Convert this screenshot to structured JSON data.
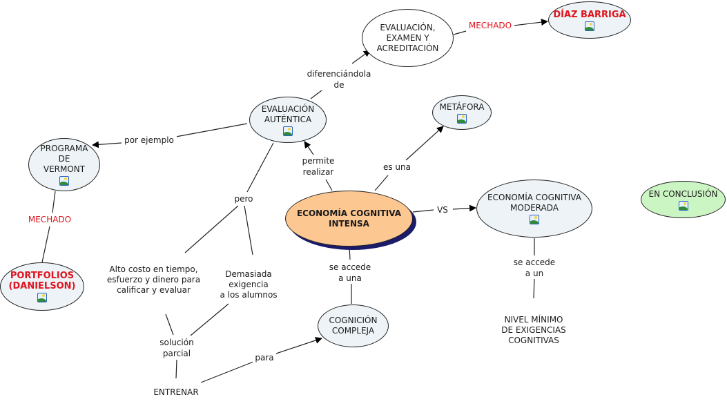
{
  "concept_map": {
    "nodes": {
      "main": {
        "text": "ECONOMÍA COGNITIVA\nINTENSA",
        "fill": "#fdc792"
      },
      "evaluacion_examen": {
        "text": "EVALUACIÓN,\nEXAMEN Y\nACREDITACIÓN"
      },
      "diaz_barriga": {
        "text": "DÍAZ BARRIGA",
        "icon": "image-icon"
      },
      "evaluacion_autentica": {
        "text": "EVALUACIÓN\nAUTÉNTICA",
        "icon": "image-icon"
      },
      "metafora": {
        "text": "METÁFORA",
        "icon": "image-icon"
      },
      "programa_vermont": {
        "text": "PROGRAMA\nDE\nVERMONT",
        "icon": "image-icon"
      },
      "portfolios": {
        "text": "PORTFOLIOS\n(DANIELSON)",
        "icon": "image-icon"
      },
      "economia_moderada": {
        "text": "ECONOMÍA COGNITIVA\nMODERADA",
        "icon": "image-icon"
      },
      "en_conclusion": {
        "text": "EN CONCLUSIÓN",
        "icon": "image-icon",
        "fill": "#ccf5c4"
      },
      "cognicion_compleja": {
        "text": "COGNICIÓN\nCOMPLEJA"
      },
      "alto_costo": {
        "text": "Alto costo en tiempo,\nesfuerzo y dinero para\ncalificar y evaluar"
      },
      "demasiada_exigencia": {
        "text": "Demasiada exigencia\na los alumnos"
      },
      "entrenar": {
        "text": "ENTRENAR"
      },
      "nivel_minimo": {
        "text": "NIVEL MÍNIMO\nDE EXIGENCIAS\nCOGNITIVAS"
      }
    },
    "links": {
      "diferenciandola": "diferenciándola\nde",
      "mechado_top": "MECHADO",
      "por_ejemplo": "por ejemplo",
      "mechado_left": "MECHADO",
      "permite_realizar": "permite\nrealizar",
      "es_una": "es una",
      "pero": "pero",
      "vs": "VS",
      "se_accede_una": "se accede\na una",
      "se_accede_un": "se accede\na un",
      "solucion_parcial": "solución\nparcial",
      "para": "para"
    },
    "colors": {
      "link_red": "#e0141e",
      "node_fill": "#edf3f6",
      "shadow": "#1b1b6a"
    }
  }
}
